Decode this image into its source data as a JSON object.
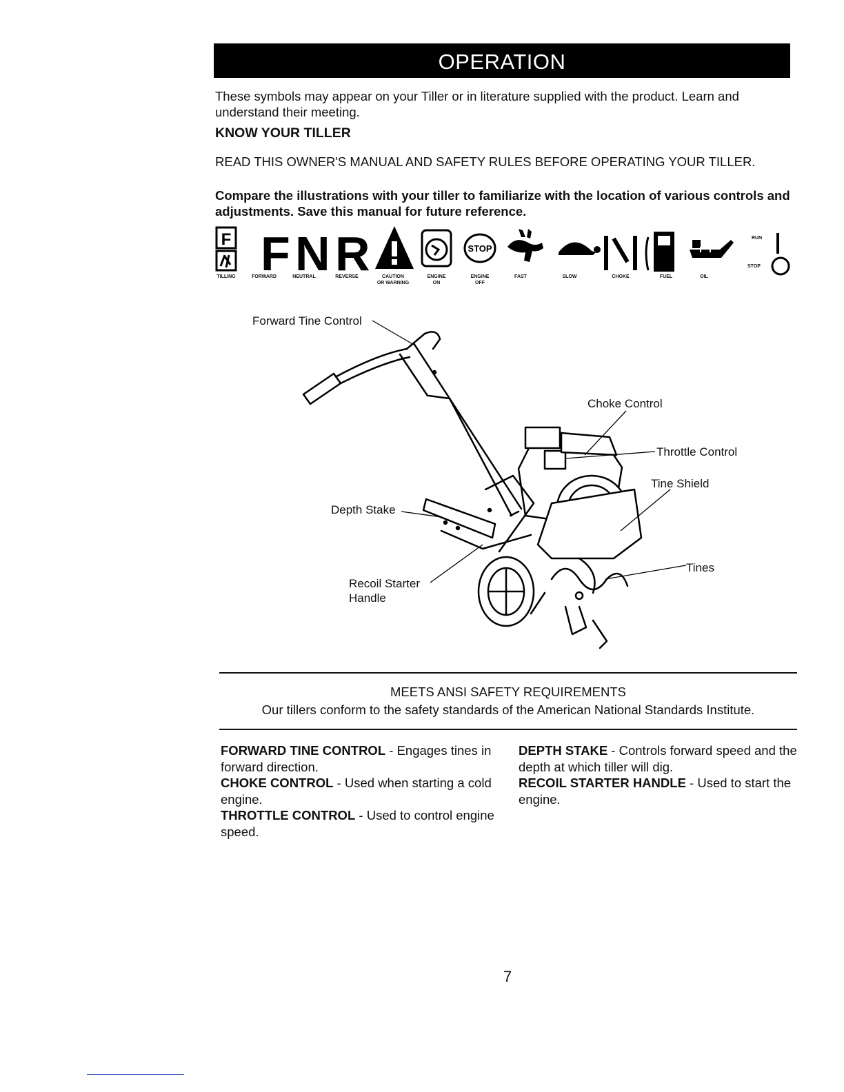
{
  "header": {
    "title": "OPERATION"
  },
  "intro": "These symbols may appear on your Tiller or in literature supplied with the product. Learn and understand their meeting.",
  "section_title": "KNOW YOUR TILLER",
  "read_notice": "READ THIS OWNER'S MANUAL AND SAFETY RULES BEFORE OPERATING YOUR TILLER.",
  "compare_notice": "Compare the illustrations with your tiller to familiarize with the location of various controls and adjustments. Save this manual for future reference.",
  "symbols": {
    "glyph_f": "F",
    "glyph_n": "N",
    "glyph_r": "R",
    "stop_text": "STOP",
    "labels": [
      "TILLING",
      "FORWARD",
      "NEUTRAL",
      "REVERSE",
      "CAUTION\nOR WARNING",
      "ENGINE\nON",
      "ENGINE\nOFF",
      "FAST",
      "SLOW",
      "CHOKE",
      "FUEL",
      "OIL"
    ],
    "run": "RUN",
    "stop": "STOP"
  },
  "diagram": {
    "callouts": {
      "forward_tine_control": "Forward Tine Control",
      "choke_control": "Choke Control",
      "throttle_control": "Throttle Control",
      "tine_shield": "Tine Shield",
      "depth_stake": "Depth Stake",
      "recoil_starter_line1": "Recoil Starter",
      "recoil_starter_line2": "Handle",
      "tines": "Tines"
    }
  },
  "ansi": {
    "title": "MEETS ANSI SAFETY REQUIREMENTS",
    "text": "Our tillers conform to the safety standards of the American National Standards Institute."
  },
  "descriptions": {
    "left": [
      {
        "term": "FORWARD TINE CONTROL",
        "desc": " - Engages tines in forward direction."
      },
      {
        "term": "CHOKE CONTROL",
        "desc": " - Used when starting a cold engine."
      },
      {
        "term": "THROTTLE CONTROL",
        "desc": " - Used to control engine speed."
      }
    ],
    "right": [
      {
        "term": "DEPTH STAKE",
        "desc": " - Controls forward speed and the depth at which tiller will dig."
      },
      {
        "term": "RECOIL STARTER HANDLE",
        "desc": " - Used to start the engine."
      }
    ]
  },
  "page_number": "7"
}
